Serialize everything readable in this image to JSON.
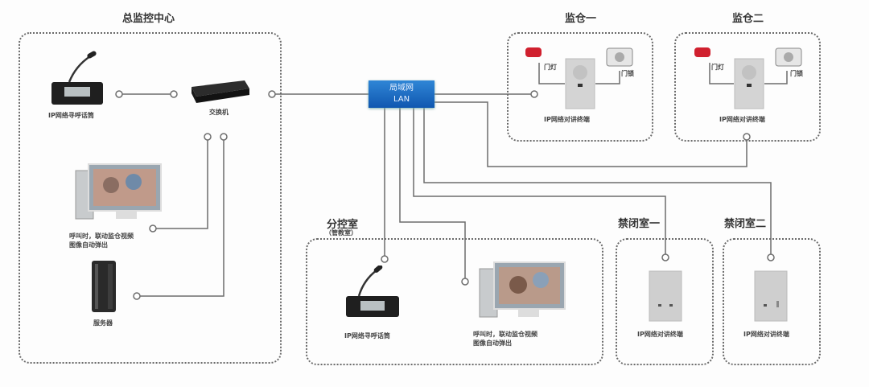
{
  "hub": {
    "name": "局域网",
    "sub": "LAN",
    "color": "#1f6fc4"
  },
  "zones": {
    "central": {
      "title": "总监控中心",
      "paging_mic": "IP网络寻呼话筒",
      "switch": "交换机",
      "video_pc_line1": "呼叫时，联动监仓视频",
      "video_pc_line2": "图像自动弹出",
      "server": "服务器"
    },
    "cell1": {
      "title": "监仓一",
      "door_light": "门灯",
      "door_lock": "门锁",
      "terminal": "IP网络对讲终端"
    },
    "cell2": {
      "title": "监仓二",
      "door_light": "门灯",
      "door_lock": "门锁",
      "terminal": "IP网络对讲终端"
    },
    "branch": {
      "title": "分控室",
      "subtitle": "（管教室）",
      "paging_mic": "IP网络寻呼话筒",
      "video_pc_line1": "呼叫时，联动监仓视频",
      "video_pc_line2": "图像自动弹出"
    },
    "confine1": {
      "title": "禁闭室一",
      "terminal": "IP网络对讲终端"
    },
    "confine2": {
      "title": "禁闭室二",
      "terminal": "IP网络对讲终端"
    }
  }
}
